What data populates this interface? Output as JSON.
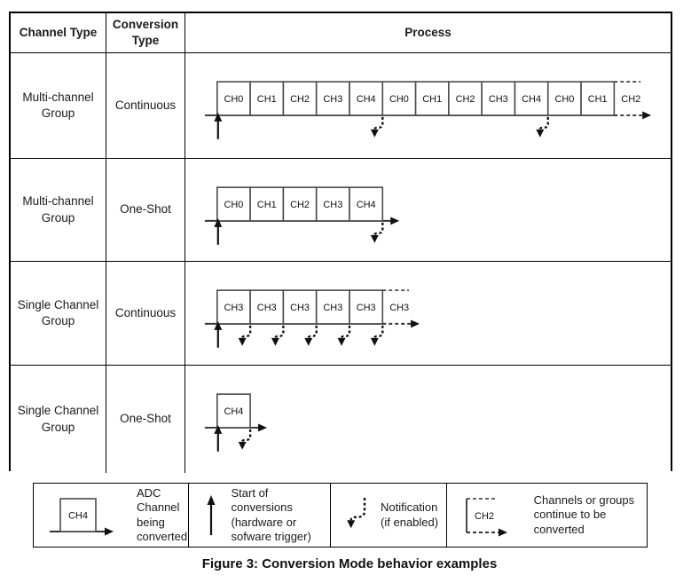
{
  "table": {
    "headers": [
      "Channel Type",
      "Conversion Type",
      "Process"
    ],
    "rows": [
      {
        "channel_type": "Multi-channel\nGroup",
        "conversion_type": "Continuous",
        "diagram": {
          "boxes": [
            "CH0",
            "CH1",
            "CH2",
            "CH3",
            "CH4",
            "CH0",
            "CH1",
            "CH2",
            "CH3",
            "CH4",
            "CH0",
            "CH1"
          ],
          "continuation": "CH2",
          "notify_after": [
            5,
            10
          ],
          "end": "continuation-arrow"
        }
      },
      {
        "channel_type": "Multi-channel\nGroup",
        "conversion_type": "One-Shot",
        "diagram": {
          "boxes": [
            "CH0",
            "CH1",
            "CH2",
            "CH3",
            "CH4"
          ],
          "continuation": null,
          "notify_after": [
            5
          ],
          "end": "solid-arrow"
        }
      },
      {
        "channel_type": "Single Channel\nGroup",
        "conversion_type": "Continuous",
        "diagram": {
          "boxes": [
            "CH3",
            "CH3",
            "CH3",
            "CH3",
            "CH3"
          ],
          "continuation": "CH3",
          "notify_after": [
            1,
            2,
            3,
            4,
            5
          ],
          "end": "continuation-arrow"
        }
      },
      {
        "channel_type": "Single Channel\nGroup",
        "conversion_type": "One-Shot",
        "diagram": {
          "boxes": [
            "CH4"
          ],
          "continuation": null,
          "notify_after": [
            1
          ],
          "end": "solid-arrow"
        }
      }
    ]
  },
  "legend": {
    "items": [
      {
        "glyph": "adc-box-icon",
        "glyph_label": "CH4",
        "text": "ADC Channel\nbeing converted"
      },
      {
        "glyph": "start-arrow-icon",
        "glyph_label": "",
        "text": "Start of conversions\n(hardware or\nsofware trigger)"
      },
      {
        "glyph": "notification-arrow-icon",
        "glyph_label": "",
        "text": "Notification\n(if enabled)"
      },
      {
        "glyph": "continuation-icon",
        "glyph_label": "CH2",
        "text": "Channels or groups\ncontinue to be converted"
      }
    ]
  },
  "caption": "Figure 3: Conversion Mode behavior examples",
  "colors": {
    "box_stroke": "#4a4a4a",
    "baseline": "#333333",
    "arrow": "#111111",
    "table_border": "#000000",
    "text": "#111111"
  }
}
